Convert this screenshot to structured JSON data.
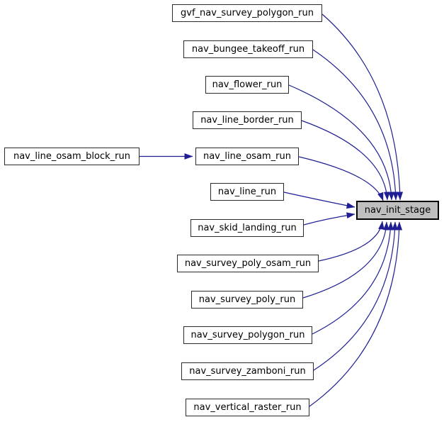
{
  "diagram": {
    "type": "call-graph",
    "target": "nav_init_stage",
    "nodes": [
      {
        "id": "nav_line_osam_block_run",
        "label": "nav_line_osam_block_run",
        "role": "caller"
      },
      {
        "id": "gvf_nav_survey_polygon_run",
        "label": "gvf_nav_survey_polygon_run",
        "role": "caller"
      },
      {
        "id": "nav_bungee_takeoff_run",
        "label": "nav_bungee_takeoff_run",
        "role": "caller"
      },
      {
        "id": "nav_flower_run",
        "label": "nav_flower_run",
        "role": "caller"
      },
      {
        "id": "nav_line_border_run",
        "label": "nav_line_border_run",
        "role": "caller"
      },
      {
        "id": "nav_line_osam_run",
        "label": "nav_line_osam_run",
        "role": "caller"
      },
      {
        "id": "nav_line_run",
        "label": "nav_line_run",
        "role": "caller"
      },
      {
        "id": "nav_skid_landing_run",
        "label": "nav_skid_landing_run",
        "role": "caller"
      },
      {
        "id": "nav_survey_poly_osam_run",
        "label": "nav_survey_poly_osam_run",
        "role": "caller"
      },
      {
        "id": "nav_survey_poly_run",
        "label": "nav_survey_poly_run",
        "role": "caller"
      },
      {
        "id": "nav_survey_polygon_run",
        "label": "nav_survey_polygon_run",
        "role": "caller"
      },
      {
        "id": "nav_survey_zamboni_run",
        "label": "nav_survey_zamboni_run",
        "role": "caller"
      },
      {
        "id": "nav_vertical_raster_run",
        "label": "nav_vertical_raster_run",
        "role": "caller"
      },
      {
        "id": "nav_init_stage",
        "label": "nav_init_stage",
        "role": "target"
      }
    ],
    "edges": [
      {
        "from": "nav_line_osam_block_run",
        "to": "nav_line_osam_run"
      },
      {
        "from": "gvf_nav_survey_polygon_run",
        "to": "nav_init_stage"
      },
      {
        "from": "nav_bungee_takeoff_run",
        "to": "nav_init_stage"
      },
      {
        "from": "nav_flower_run",
        "to": "nav_init_stage"
      },
      {
        "from": "nav_line_border_run",
        "to": "nav_init_stage"
      },
      {
        "from": "nav_line_osam_run",
        "to": "nav_init_stage"
      },
      {
        "from": "nav_line_run",
        "to": "nav_init_stage"
      },
      {
        "from": "nav_skid_landing_run",
        "to": "nav_init_stage"
      },
      {
        "from": "nav_survey_poly_osam_run",
        "to": "nav_init_stage"
      },
      {
        "from": "nav_survey_poly_run",
        "to": "nav_init_stage"
      },
      {
        "from": "nav_survey_polygon_run",
        "to": "nav_init_stage"
      },
      {
        "from": "nav_survey_zamboni_run",
        "to": "nav_init_stage"
      },
      {
        "from": "nav_vertical_raster_run",
        "to": "nav_init_stage"
      }
    ],
    "colors": {
      "edge": "#1f1f93",
      "node_fill": "#ffffff",
      "node_border": "#2a2a2a",
      "target_fill": "#bfbfbf",
      "target_border": "#000000",
      "text": "#000000",
      "background": "#ffffff"
    }
  }
}
